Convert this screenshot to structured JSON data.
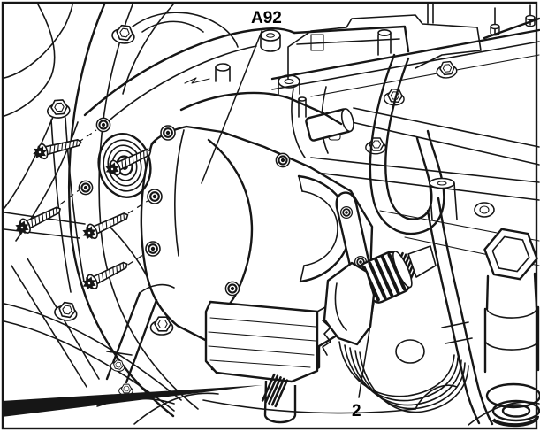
{
  "figure": {
    "description": "Black-and-white service manual line illustration: transfer case shift motor assembly with torx mounting screws exploded from transmission bell housing, and its electrical connector",
    "callouts": [
      {
        "label": "A92"
      },
      {
        "label": "2"
      }
    ],
    "colors": {
      "background": "#ffffff",
      "line": "#161616"
    }
  }
}
